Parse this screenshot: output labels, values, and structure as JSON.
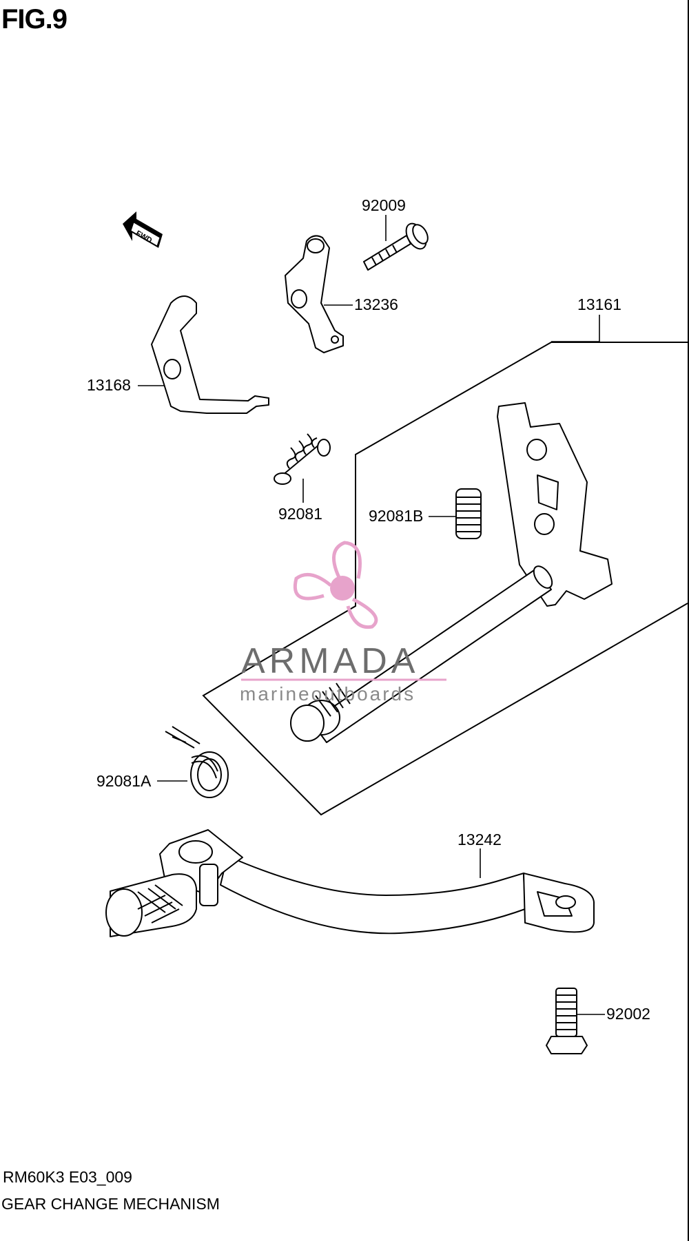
{
  "figure": {
    "title": "FIG.9"
  },
  "footer": {
    "code": "RM60K3 E03_009",
    "caption": "GEAR CHANGE MECHANISM"
  },
  "fwd_label": "FWD",
  "parts": [
    {
      "id": "92009",
      "label": "92009"
    },
    {
      "id": "13236",
      "label": "13236"
    },
    {
      "id": "13161",
      "label": "13161"
    },
    {
      "id": "13168",
      "label": "13168"
    },
    {
      "id": "92081",
      "label": "92081"
    },
    {
      "id": "92081B",
      "label": "92081B"
    },
    {
      "id": "92081A",
      "label": "92081A"
    },
    {
      "id": "13242",
      "label": "13242"
    },
    {
      "id": "92002",
      "label": "92002"
    }
  ],
  "watermark": {
    "brand": "ARMADA",
    "tagline": "marineoutboards",
    "accent_color": "#e7a3cb"
  }
}
